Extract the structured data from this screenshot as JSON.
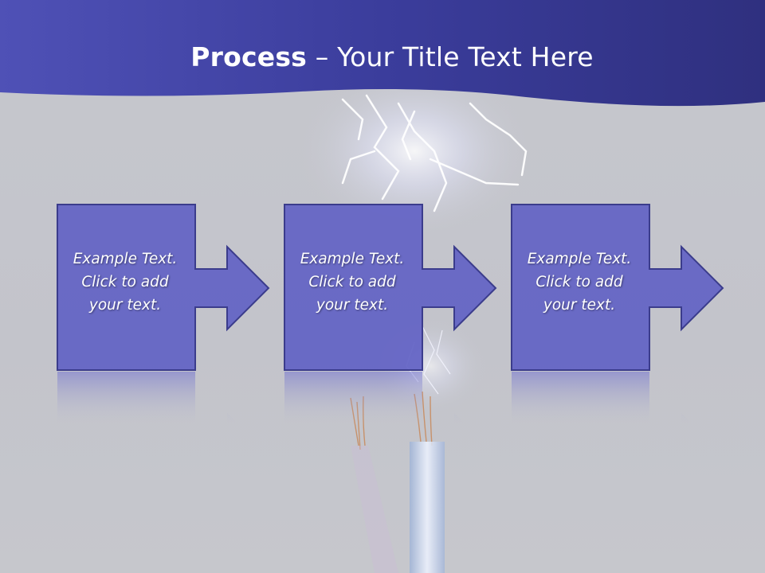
{
  "slide": {
    "title_bold": "Process",
    "title_rest": " – Your Title Text Here"
  },
  "steps": [
    {
      "lines": [
        "Example Text.",
        "Click  to add",
        "your text."
      ]
    },
    {
      "lines": [
        "Example Text.",
        "Click  to add",
        "your text."
      ]
    },
    {
      "lines": [
        "Example Text.",
        "Click  to add",
        "your text."
      ]
    }
  ],
  "colors": {
    "header": "#3c3d9c",
    "box_fill": "#6262c4",
    "box_border": "#3b3c8c",
    "background": "#c5c6cd"
  }
}
